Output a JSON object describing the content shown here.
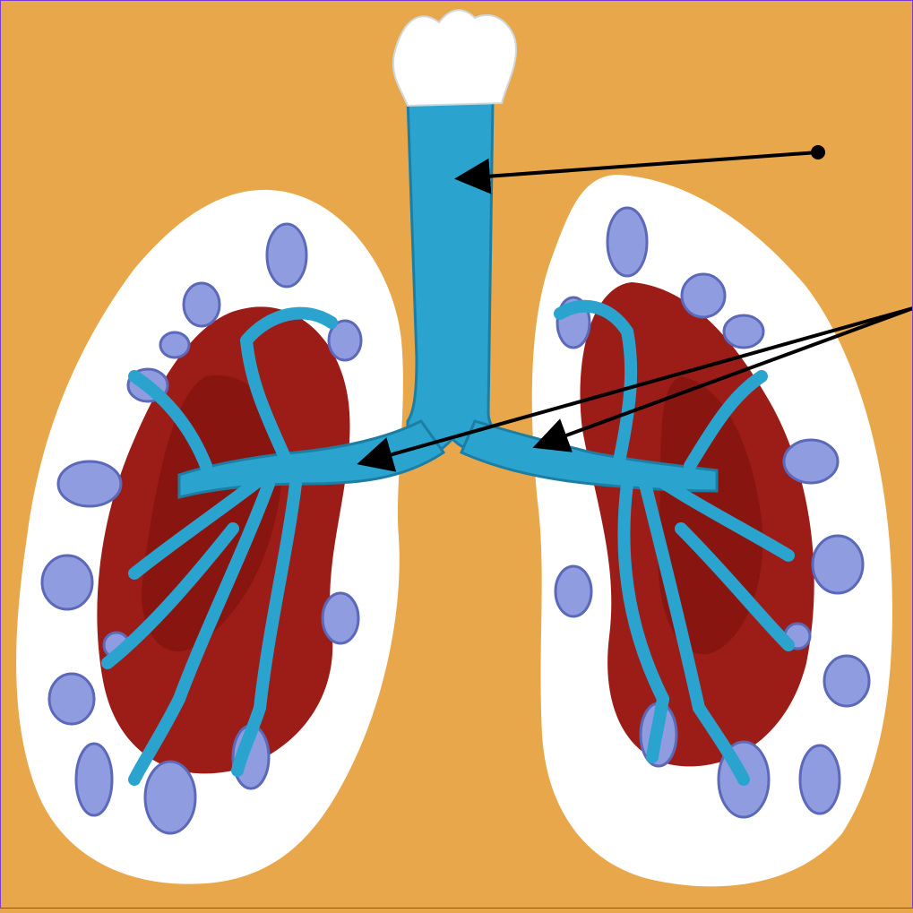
{
  "diagram": {
    "subject": "lungs-with-trachea-and-bronchi",
    "colors": {
      "background": "#e9a74b",
      "lung_outline": "#ffffff",
      "lung_tissue": "#9c1d17",
      "airway": "#2aa3cf",
      "alveoli": "#8f9ce0",
      "trachea_top": "#ffffff",
      "arrow": "#000000",
      "border": "#7a3cd9"
    },
    "pointers": [
      {
        "target": "trachea",
        "count": 1
      },
      {
        "target": "bronchi",
        "count": 2
      }
    ]
  }
}
